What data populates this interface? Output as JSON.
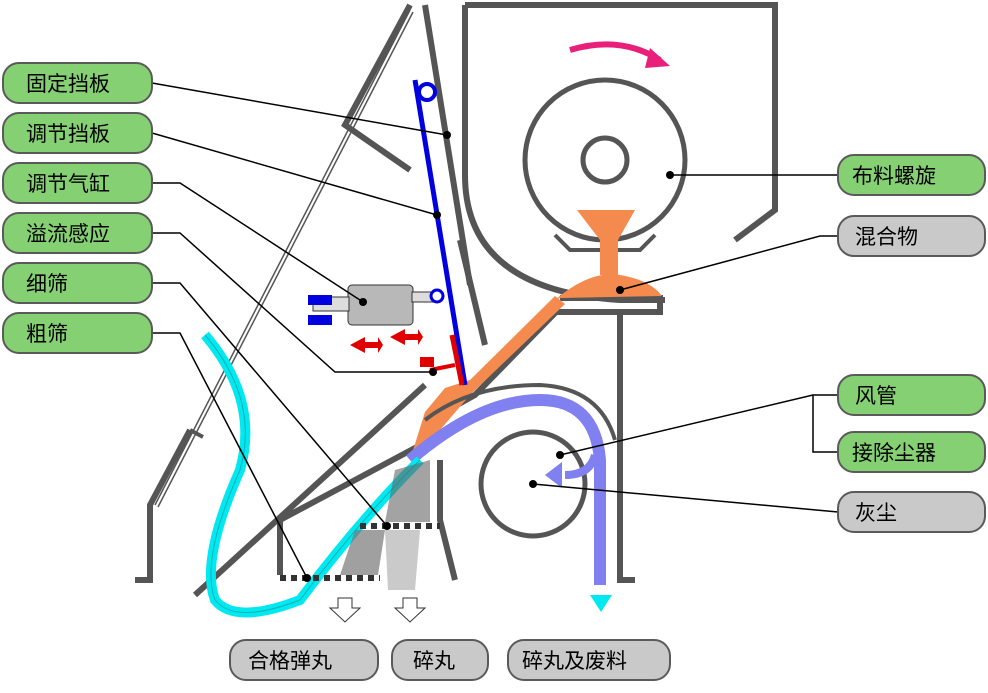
{
  "labels_left": [
    "固定挡板",
    "调节挡板",
    "调节气缸",
    "溢流感应",
    "细筛",
    "粗筛"
  ],
  "labels_right": {
    "spiral": "布料螺旋",
    "mixture": "混合物",
    "air_duct": "风管",
    "dust_collector": "接除尘器",
    "dust": "灰尘"
  },
  "labels_bottom": [
    "合格弹丸",
    "碎丸",
    "碎丸及废料"
  ],
  "colors": {
    "label_green": "#84d072",
    "label_gray": "#c9c9c9",
    "mixture": "#f48a4e",
    "air": "#8080f0",
    "cyan": "#00e8f0",
    "baffle": "#0000e0",
    "sensor": "#e00000",
    "rotation_arrow": "#e8207a"
  }
}
